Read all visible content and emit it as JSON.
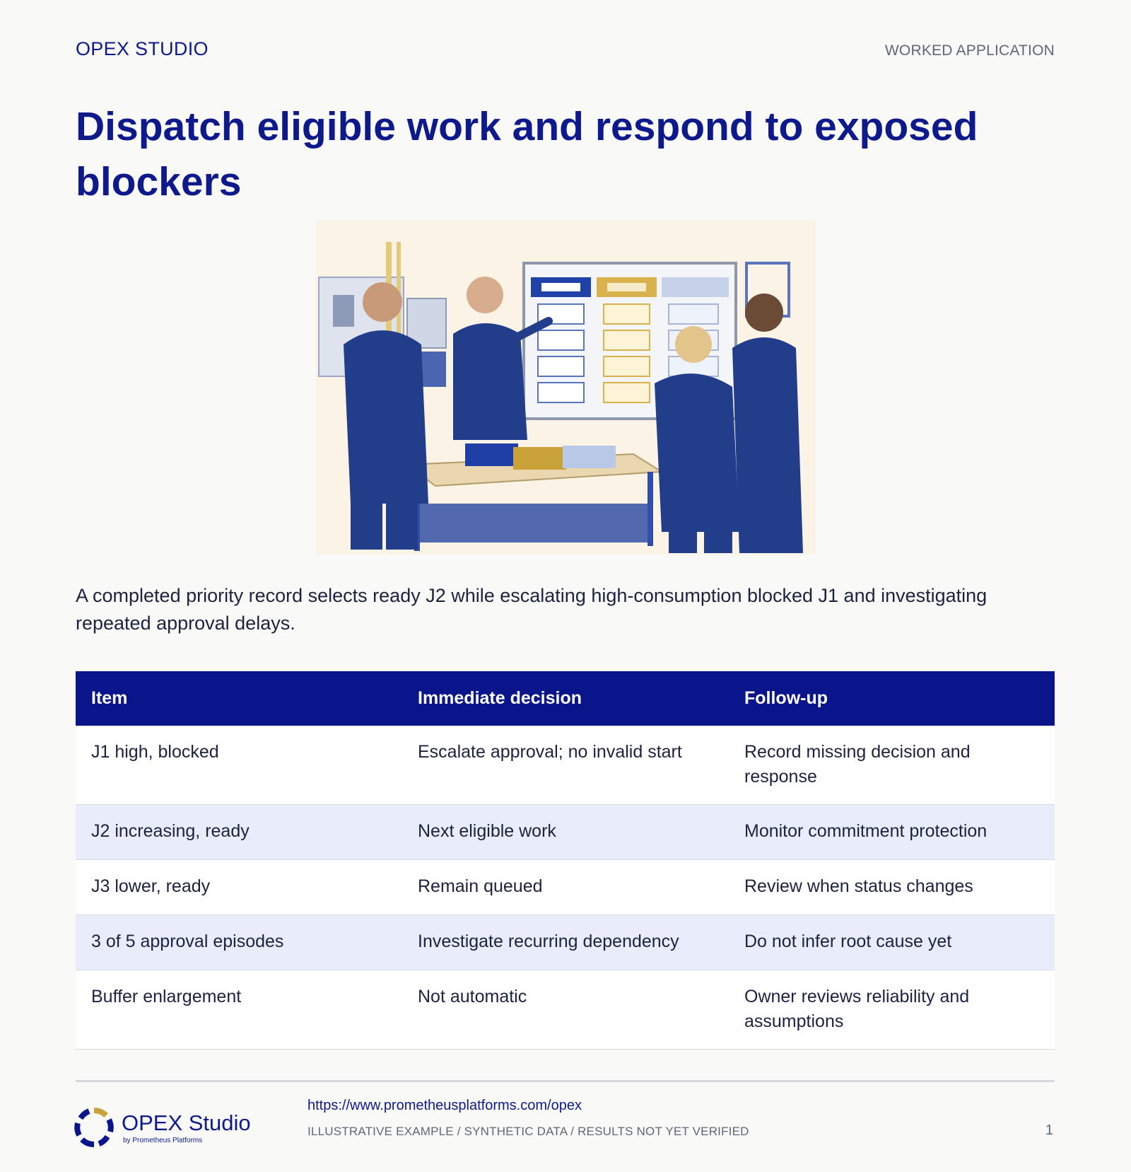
{
  "header": {
    "brand": "OPEX STUDIO",
    "section_label": "WORKED APPLICATION",
    "title": "Dispatch eligible work and respond to exposed blockers"
  },
  "illustration": {
    "description_icon": "team-at-priority-board-illustration"
  },
  "lead": "A completed priority record selects ready J2 while escalating high-consumption blocked J1 and investigating repeated approval delays.",
  "table": {
    "headers": [
      "Item",
      "Immediate decision",
      "Follow-up"
    ],
    "rows": [
      [
        "J1 high, blocked",
        "Escalate approval; no invalid start",
        "Record missing decision and response"
      ],
      [
        "J2 increasing, ready",
        "Next eligible work",
        "Monitor commitment protection"
      ],
      [
        "J3 lower, ready",
        "Remain queued",
        "Review when status changes"
      ],
      [
        "3 of 5 approval episodes",
        "Investigate recurring dependency",
        "Do not infer root cause yet"
      ],
      [
        "Buffer enlargement",
        "Not automatic",
        "Owner reviews reliability and assumptions"
      ]
    ]
  },
  "footer": {
    "brand": "OPEX Studio",
    "brand_sub": "by Prometheus Platforms",
    "url": "https://www.prometheusplatforms.com/opex",
    "note": "ILLUSTRATIVE EXAMPLE / SYNTHETIC DATA / RESULTS NOT YET VERIFIED",
    "page_number": "1"
  },
  "colors": {
    "navy": "#0a158b",
    "gold": "#c9a23a",
    "row_alt": "#e8ecfb"
  }
}
